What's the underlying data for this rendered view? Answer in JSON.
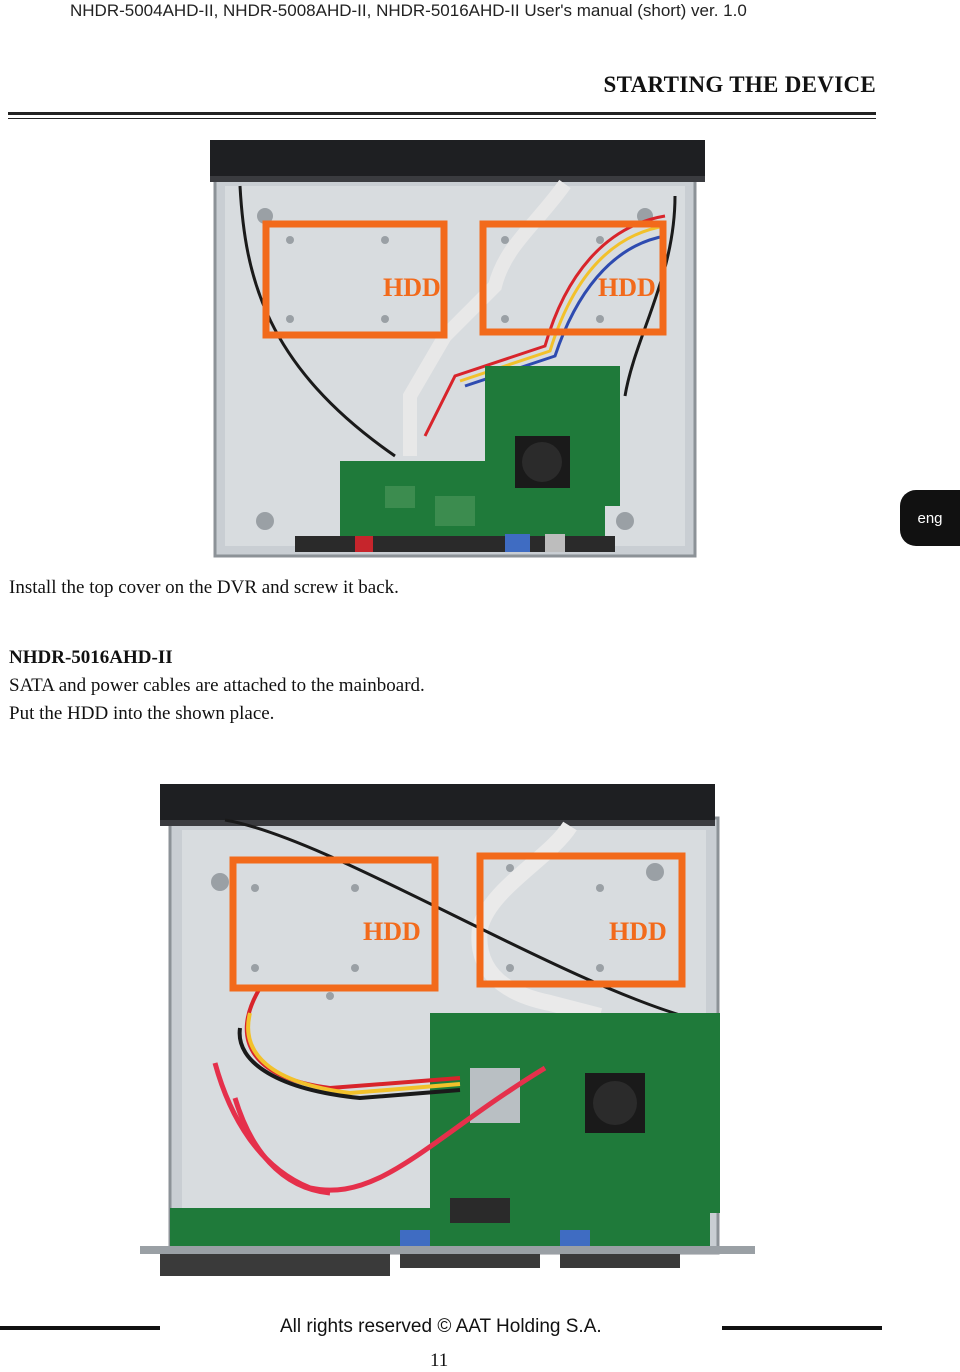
{
  "header": {
    "manual_title": "NHDR-5004AHD-II, NHDR-5008AHD-II, NHDR-5016AHD-II User's manual (short) ver. 1.0",
    "section_title": "STARTING THE DEVICE"
  },
  "side_tab": {
    "label": "eng"
  },
  "photo1": {
    "hdd_left": "HDD",
    "hdd_right": "HDD"
  },
  "text": {
    "install": "Install the top cover on the DVR and screw it back.",
    "model": "NHDR-5016AHD-II",
    "sata": "SATA and power cables are attached to the mainboard.",
    "put": "Put the HDD into the shown place."
  },
  "photo2": {
    "hdd_left": "HDD",
    "hdd_right": "HDD"
  },
  "footer": {
    "rights": "All rights reserved © AAT Holding S.A.",
    "page_number": "11"
  },
  "colors": {
    "highlight": "#f26a1b",
    "chassis": "#c9ced3",
    "board": "#1f7a3a"
  }
}
